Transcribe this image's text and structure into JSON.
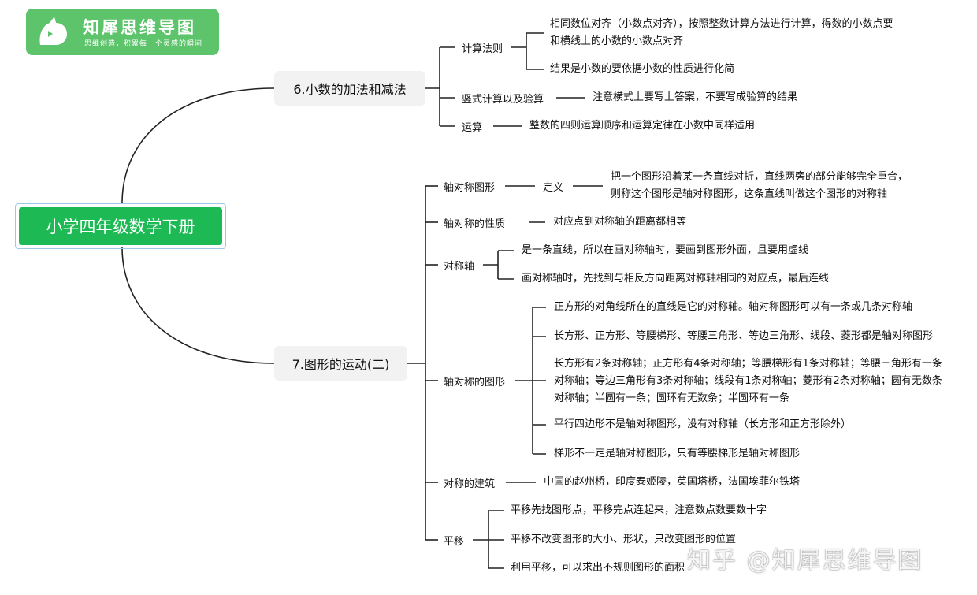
{
  "logo": {
    "title": "知犀思维导图",
    "slogan": "思维创造，积累每一个灵感的瞬间"
  },
  "root": "小学四年级数学下册",
  "branch1": {
    "title": "6.小数的加法和减法",
    "calc_rule": "计算法则",
    "calc_rule_1a": "相同数位对齐（小数点对齐），按照整数计算方法进行计算，得数的小数点要",
    "calc_rule_1b": "和横线上的小数的小数点对齐",
    "calc_rule_2": "结果是小数的要依据小数的性质进行化简",
    "vertical": "竖式计算以及验算",
    "vertical_note": "注意横式上要写上答案，不要写成验算的结果",
    "ops": "运算",
    "ops_note": "整数的四则运算顺序和运算定律在小数中同样适用"
  },
  "branch2": {
    "title": "7.图形的运动(二)",
    "axis_figure": "轴对称图形",
    "definition": "定义",
    "definition_a": "把一个图形沿着某一条直线对折，直线两旁的部分能够完全重合，",
    "definition_b": "则称这个图形是轴对称图形，这条直线叫做这个图形的对称轴",
    "property": "轴对称的性质",
    "property_note": "对应点到对称轴的距离都相等",
    "axis": "对称轴",
    "axis_1": "是一条直线，所以在画对称轴时，要画到图形外面，且要用虚线",
    "axis_2": "画对称轴时，先找到与相反方向距离对称轴相同的对应点，最后连线",
    "shapes": "轴对称的图形",
    "shapes_1": "正方形的对角线所在的直线是它的对称轴。轴对称图形可以有一条或几条对称轴",
    "shapes_2": "长方形、正方形、等腰梯形、等腰三角形、等边三角形、线段、菱形都是轴对称图形",
    "shapes_3a": "长方形有2条对称轴；正方形有4条对称轴；等腰梯形有1条对称轴；等腰三角形有一条",
    "shapes_3b": "对称轴；等边三角形有3条对称轴；线段有1条对称轴；菱形有2条对称轴；圆有无数条",
    "shapes_3c": "对称轴；半圆有一条；圆环有无数条；半圆环有一条",
    "shapes_4": "平行四边形不是轴对称图形，没有对称轴（长方形和正方形除外）",
    "shapes_5": "梯形不一定是轴对称图形，只有等腰梯形是轴对称图形",
    "buildings": "对称的建筑",
    "buildings_note": "中国的赵州桥，印度泰姬陵，英国塔桥，法国埃菲尔铁塔",
    "translation": "平移",
    "translation_1": "平移先找图形点，平移完点连起来，注意数点数要数十字",
    "translation_2": "平移不改变图形的大小、形状，只改变图形的位置",
    "translation_3": "利用平移，可以求出不规则图形的面积"
  },
  "watermark": "知乎 @知犀思维导图",
  "colors": {
    "root": "#1db954",
    "logo": "#5dc46b",
    "line": "#222222",
    "branch_bg": "#f2f2f2"
  }
}
